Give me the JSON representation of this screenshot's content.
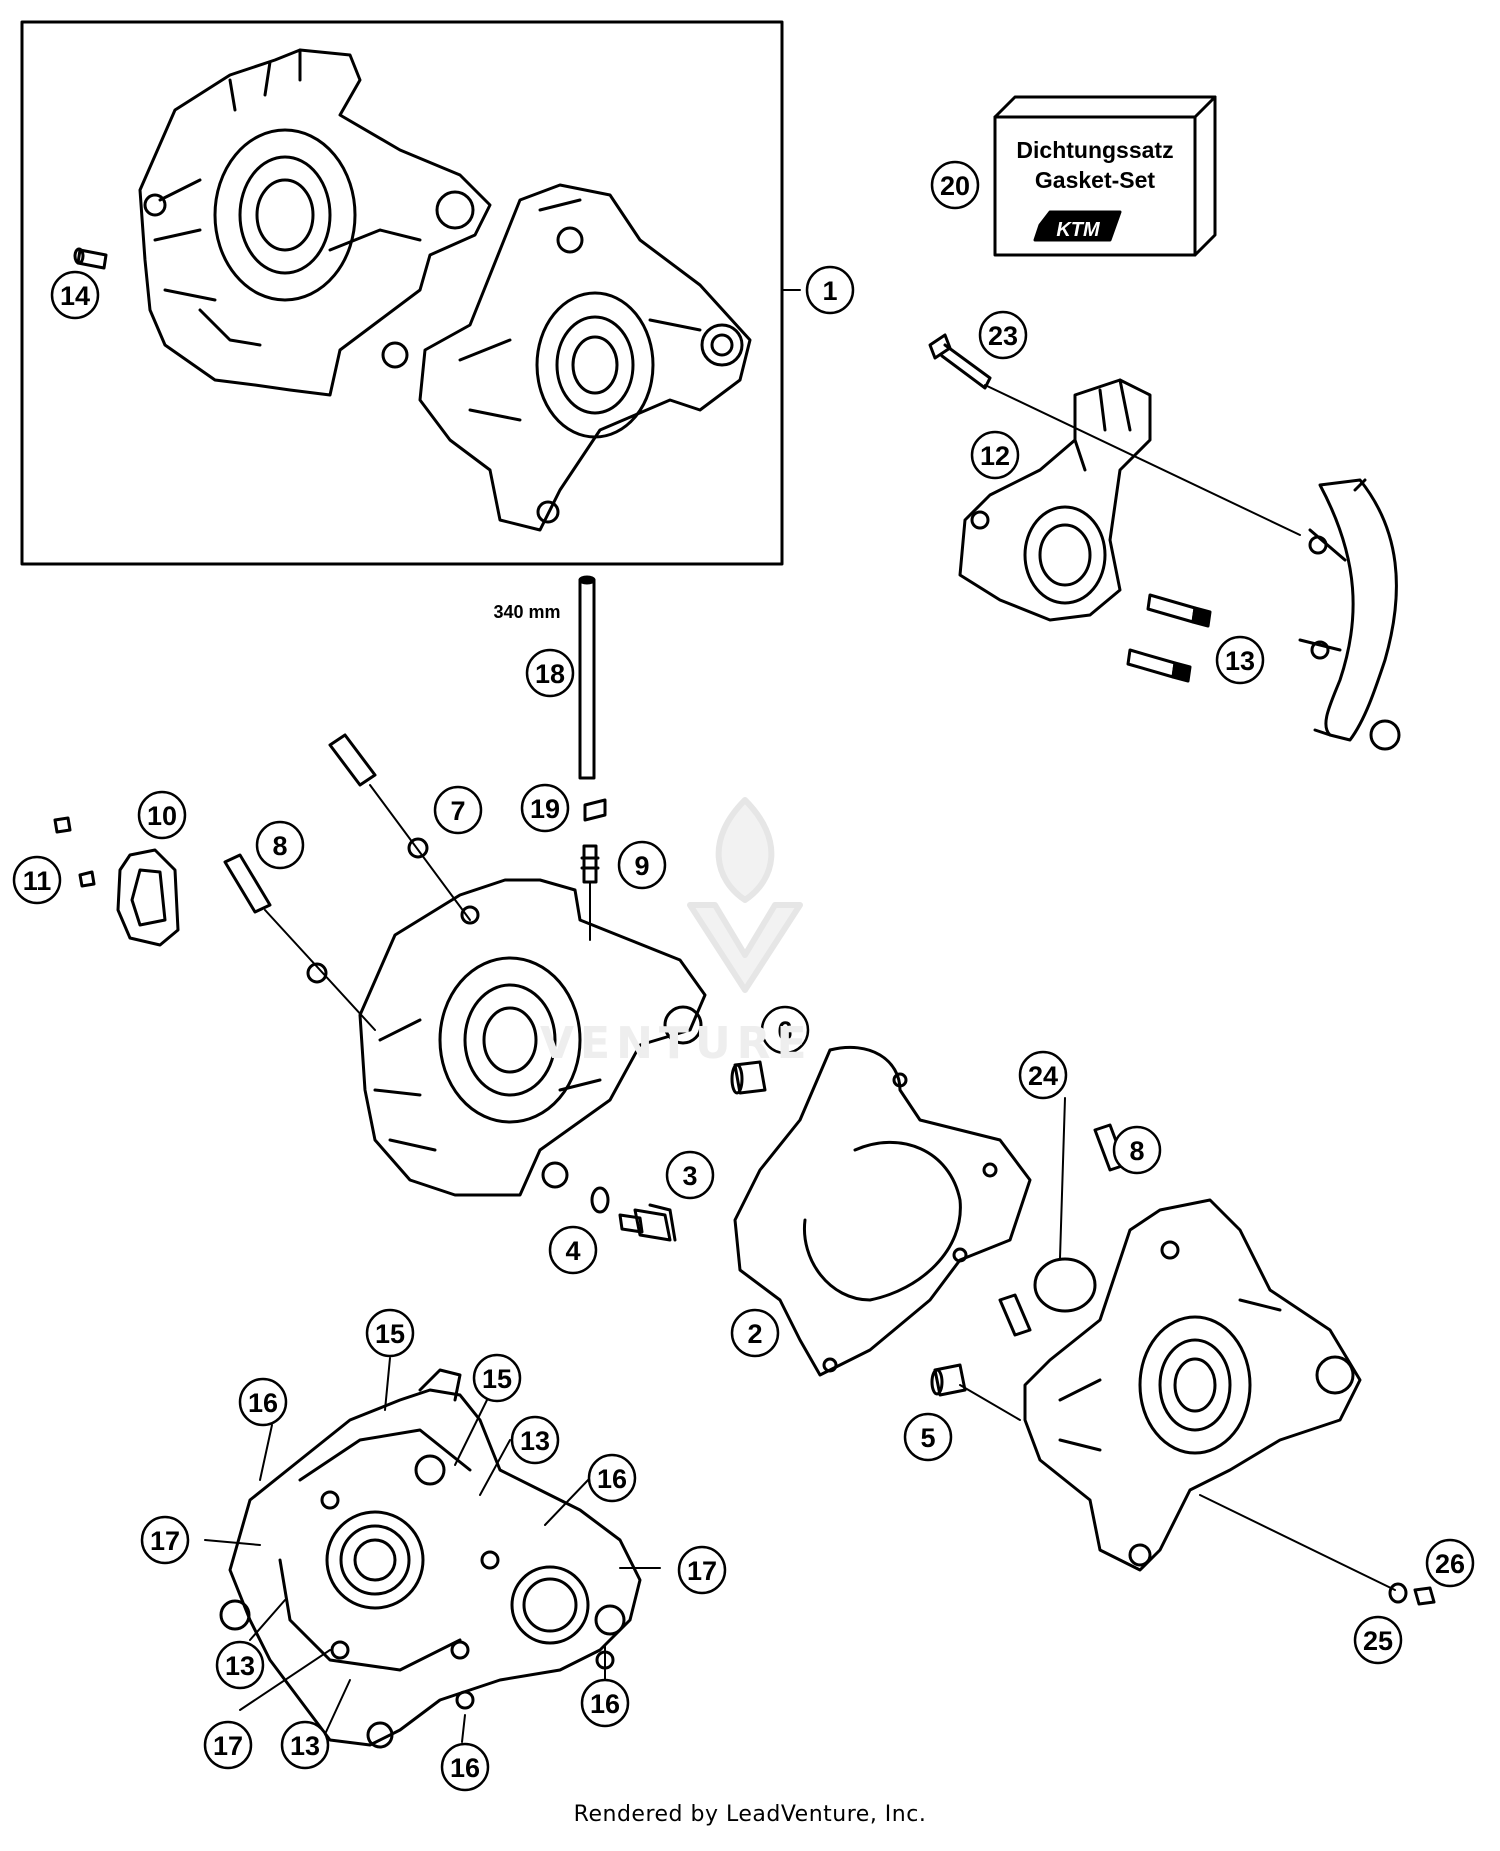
{
  "kit_box": {
    "line1": "Dichtungssatz",
    "line2": "Gasket-Set",
    "logo": "KTM"
  },
  "dimension_label": "340 mm",
  "watermark": {
    "text": "VENTURE",
    "logo": "LeadVenture"
  },
  "footer": {
    "text": "Rendered by LeadVenture, Inc."
  },
  "callouts": {
    "c1": "1",
    "c2": "2",
    "c3": "3",
    "c4": "4",
    "c5": "5",
    "c6": "6",
    "c7": "7",
    "c8a": "8",
    "c8b": "8",
    "c9": "9",
    "c10": "10",
    "c11": "11",
    "c12": "12",
    "c13a": "13",
    "c13b": "13",
    "c13c": "13",
    "c13d": "13",
    "c14": "14",
    "c15a": "15",
    "c15b": "15",
    "c16a": "16",
    "c16b": "16",
    "c16c": "16",
    "c16d": "16",
    "c17a": "17",
    "c17b": "17",
    "c17c": "17",
    "c18": "18",
    "c19": "19",
    "c20": "20",
    "c23": "23",
    "c24": "24",
    "c25": "25",
    "c26": "26"
  }
}
